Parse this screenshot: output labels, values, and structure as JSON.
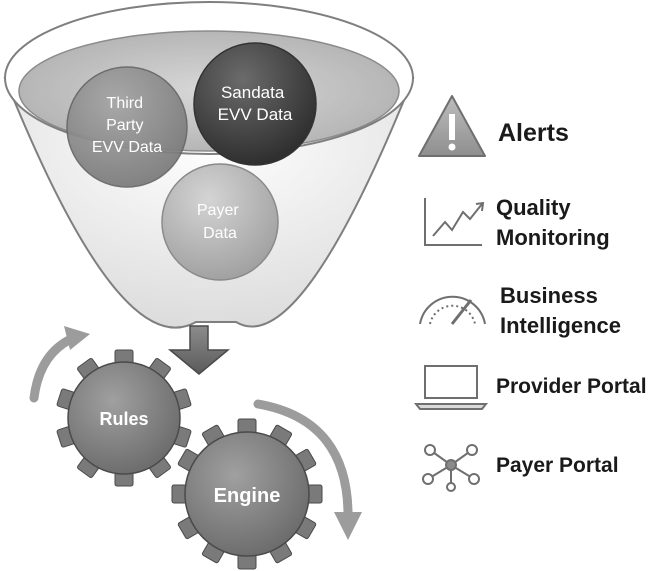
{
  "funnel": {
    "bubbles": [
      {
        "lines": [
          "Third",
          "Party",
          "EVV Data"
        ]
      },
      {
        "lines": [
          "Sandata",
          "EVV Data"
        ]
      },
      {
        "lines": [
          "Payer",
          "Data"
        ]
      }
    ]
  },
  "gears": {
    "rules_label": "Rules",
    "engine_label": "Engine"
  },
  "outputs": [
    {
      "icon": "warning-triangle-icon",
      "lines": [
        "Alerts"
      ]
    },
    {
      "icon": "line-chart-icon",
      "lines": [
        "Quality",
        "Monitoring"
      ]
    },
    {
      "icon": "speedometer-gauge-icon",
      "lines": [
        "Business",
        "Intelligence"
      ]
    },
    {
      "icon": "laptop-icon",
      "lines": [
        "Provider Portal"
      ]
    },
    {
      "icon": "network-hub-icon",
      "lines": [
        "Payer Portal"
      ]
    }
  ],
  "colors": {
    "funnel_fill": "#f2f2f2",
    "funnel_rim": "#9f9f9f",
    "bubble_dark": "#3b3b3b",
    "bubble_mid": "#8a8a8a",
    "bubble_light": "#b3b3b3",
    "gear_fill": "#7d7d7d",
    "text_dark": "#1a1a1a"
  }
}
